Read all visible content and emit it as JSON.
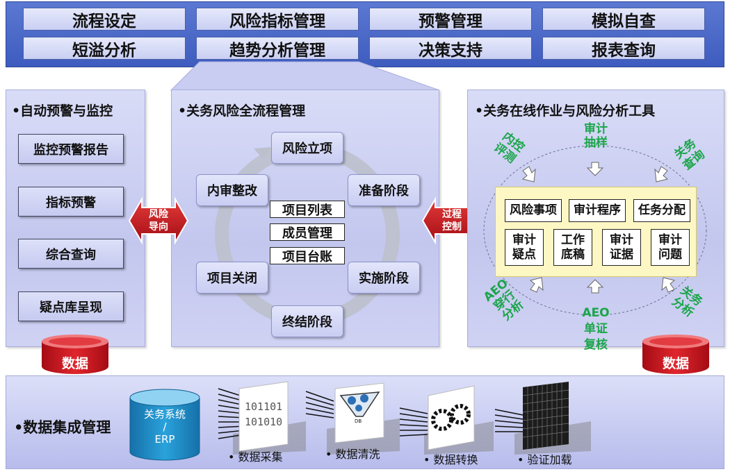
{
  "top_menu": {
    "row1": [
      "流程设定",
      "风险指标管理",
      "预警管理",
      "模拟自查"
    ],
    "row2": [
      "短溢分析",
      "趋势分析管理",
      "决策支持",
      "报表查询"
    ]
  },
  "left_panel": {
    "title": "•自动预警与监控",
    "items": [
      "监控预警报告",
      "指标预警",
      "综合查询",
      "疑点库呈现"
    ]
  },
  "center_panel": {
    "title": "•关务风险全流程管理",
    "stages": {
      "top": "风险立项",
      "right_top": "准备阶段",
      "right_bottom": "实施阶段",
      "bottom": "终结阶段",
      "left_bottom": "项目关闭",
      "left_top": "内审整改"
    },
    "inner_items": [
      "项目列表",
      "成员管理",
      "项目台账"
    ]
  },
  "arrows": {
    "risk_oriented": [
      "风险",
      "导向"
    ],
    "process_control": [
      "过程",
      "控制"
    ]
  },
  "right_panel": {
    "title": "•关务在线作业与风险分析工具",
    "inputs": {
      "top_left": [
        "内控",
        "评测"
      ],
      "top_center": [
        "审计",
        "抽样"
      ],
      "top_right": [
        "关务",
        "查询"
      ],
      "bottom_left": [
        "AEO",
        "穿行",
        "分析"
      ],
      "bottom_center": [
        "AEO",
        "单证",
        "复核"
      ],
      "bottom_right": [
        "关务",
        "分析"
      ]
    },
    "tools_row1": [
      "风险事项",
      "审计程序",
      "任务分配"
    ],
    "tools_row2": [
      [
        "审计",
        "疑点"
      ],
      [
        "工作",
        "底稿"
      ],
      [
        "审计",
        "证据"
      ],
      [
        "审计",
        "问题"
      ]
    ]
  },
  "db_labels": [
    "数据",
    "数据"
  ],
  "bottom_band": {
    "title": "•数据集成管理",
    "erp": [
      "关务系统",
      "/",
      "ERP"
    ],
    "binary": [
      "101101",
      "101010"
    ],
    "db_tag": "DB",
    "steps": [
      "• 数据采集",
      "• 数据清洗",
      "• 数据转换",
      "• 验证加载"
    ]
  },
  "colors": {
    "band_blue": "#4664c6",
    "panel_lavender": "#c9cdf1",
    "arrow_red": "#c0121a",
    "tool_green": "#1ba54a",
    "db_blue": "#1f8fc9"
  }
}
